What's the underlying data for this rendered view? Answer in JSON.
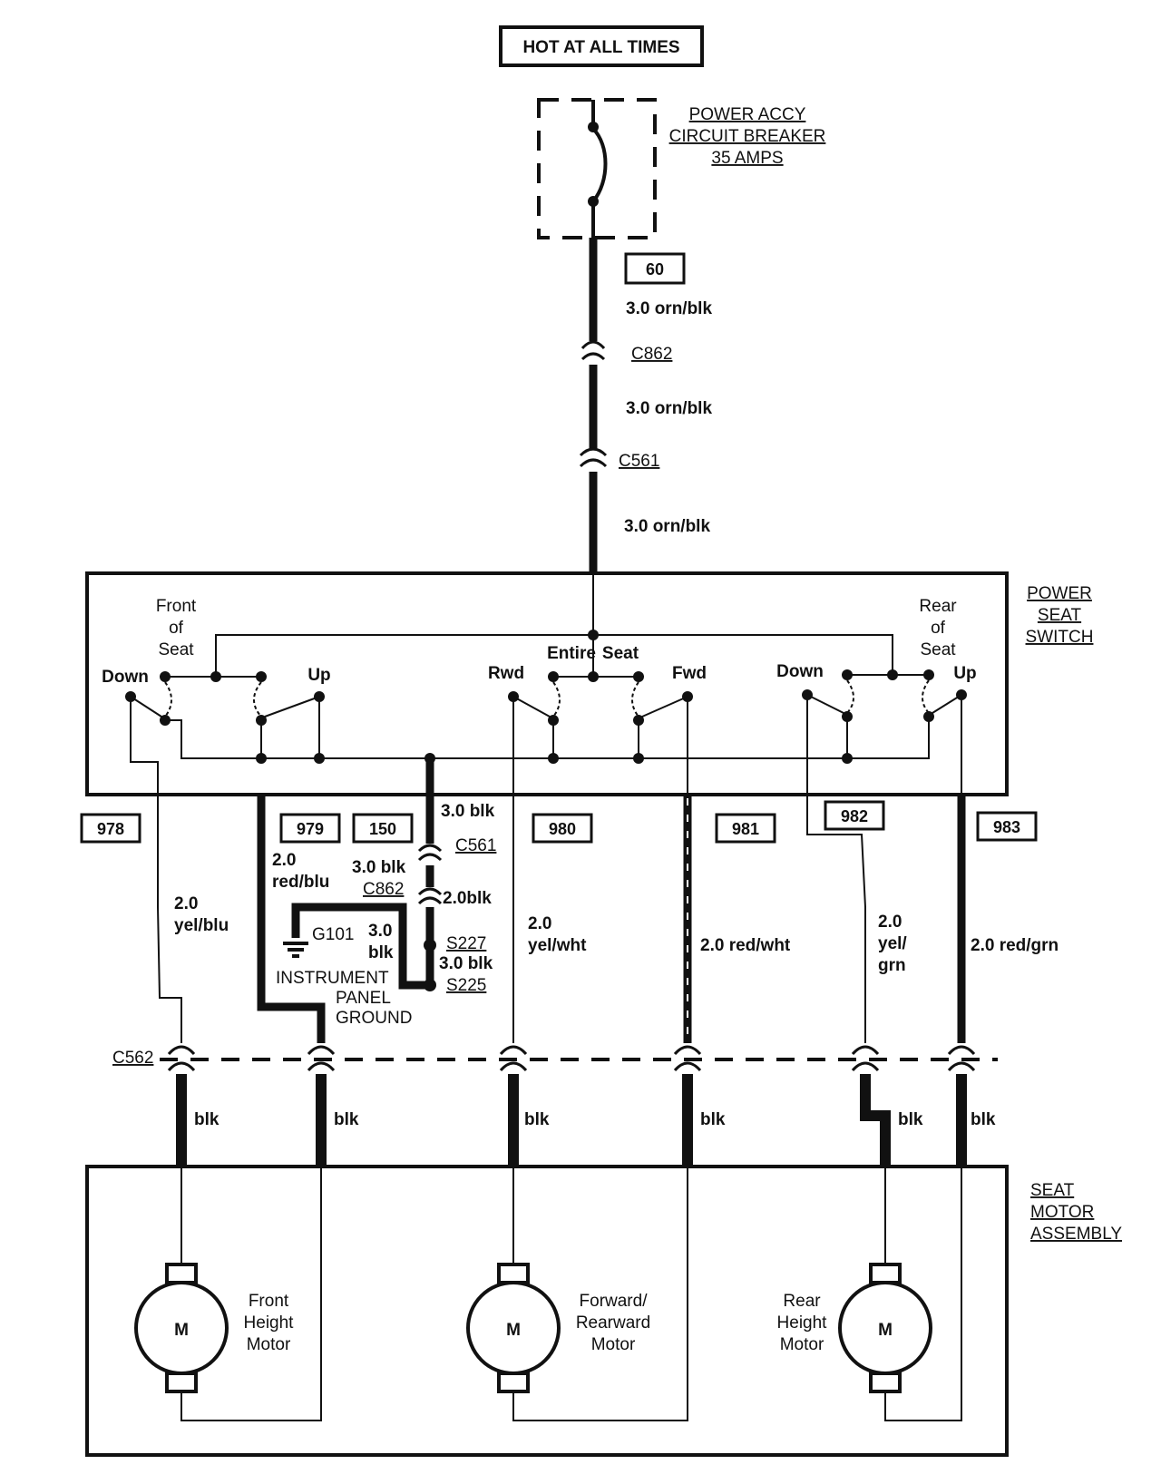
{
  "header": {
    "title": "HOT AT ALL TIMES"
  },
  "breaker": {
    "line1": "POWER ACCY",
    "line2": "CIRCUIT BREAKER",
    "line3": "35 AMPS"
  },
  "feed": {
    "circuit": "60",
    "wire1": "3.0 orn/blk",
    "conn1": "C862",
    "wire2": "3.0 orn/blk",
    "conn2": "C561",
    "wire3": "3.0 orn/blk"
  },
  "switch": {
    "title1": "POWER",
    "title2": "SEAT",
    "title3": "SWITCH",
    "front1": "Front",
    "front2": "of",
    "front3": "Seat",
    "rear1": "Rear",
    "rear2": "of",
    "rear3": "Seat",
    "entire1": "Entire",
    "entire2": "Seat",
    "down_front": "Down",
    "up_front": "Up",
    "rwd": "Rwd",
    "fwd": "Fwd",
    "down_rear": "Down",
    "up_rear": "Up"
  },
  "circuits": {
    "c978": "978",
    "c979": "979",
    "c150": "150",
    "c980": "980",
    "c981": "981",
    "c982": "982",
    "c983": "983"
  },
  "wires": {
    "w978a": "2.0",
    "w978b": "yel/blu",
    "w979a": "2.0",
    "w979b": "red/blu",
    "w150_top": "3.0  blk",
    "c561": "C561",
    "w150_mid": "3.0 blk",
    "c862": "C862",
    "w150_low": "2.0blk",
    "gnd_wire1": "3.0",
    "gnd_wire2": "blk",
    "s227": "S227",
    "w150_s": "3.0 blk",
    "s225": "S225",
    "w980a": "2.0",
    "w980b": "yel/wht",
    "w981": "2.0 red/wht",
    "w982a": "2.0",
    "w982b": "yel/",
    "w982c": "grn",
    "w983": "2.0 red/grn"
  },
  "ground": {
    "id": "G101",
    "line1": "INSTRUMENT",
    "line2": "PANEL",
    "line3": "GROUND"
  },
  "c562": "C562",
  "blk_labels": [
    "blk",
    "blk",
    "blk",
    "blk",
    "blk",
    "blk"
  ],
  "motor_assembly": {
    "line1": "SEAT",
    "line2": "MOTOR",
    "line3": "ASSEMBLY"
  },
  "motors": [
    {
      "symbol": "M",
      "line1": "Front",
      "line2": "Height",
      "line3": "Motor"
    },
    {
      "symbol": "M",
      "line1": "Forward/",
      "line2": "Rearward",
      "line3": "Motor"
    },
    {
      "symbol": "M",
      "line1": "Rear",
      "line2": "Height",
      "line3": "Motor"
    }
  ]
}
